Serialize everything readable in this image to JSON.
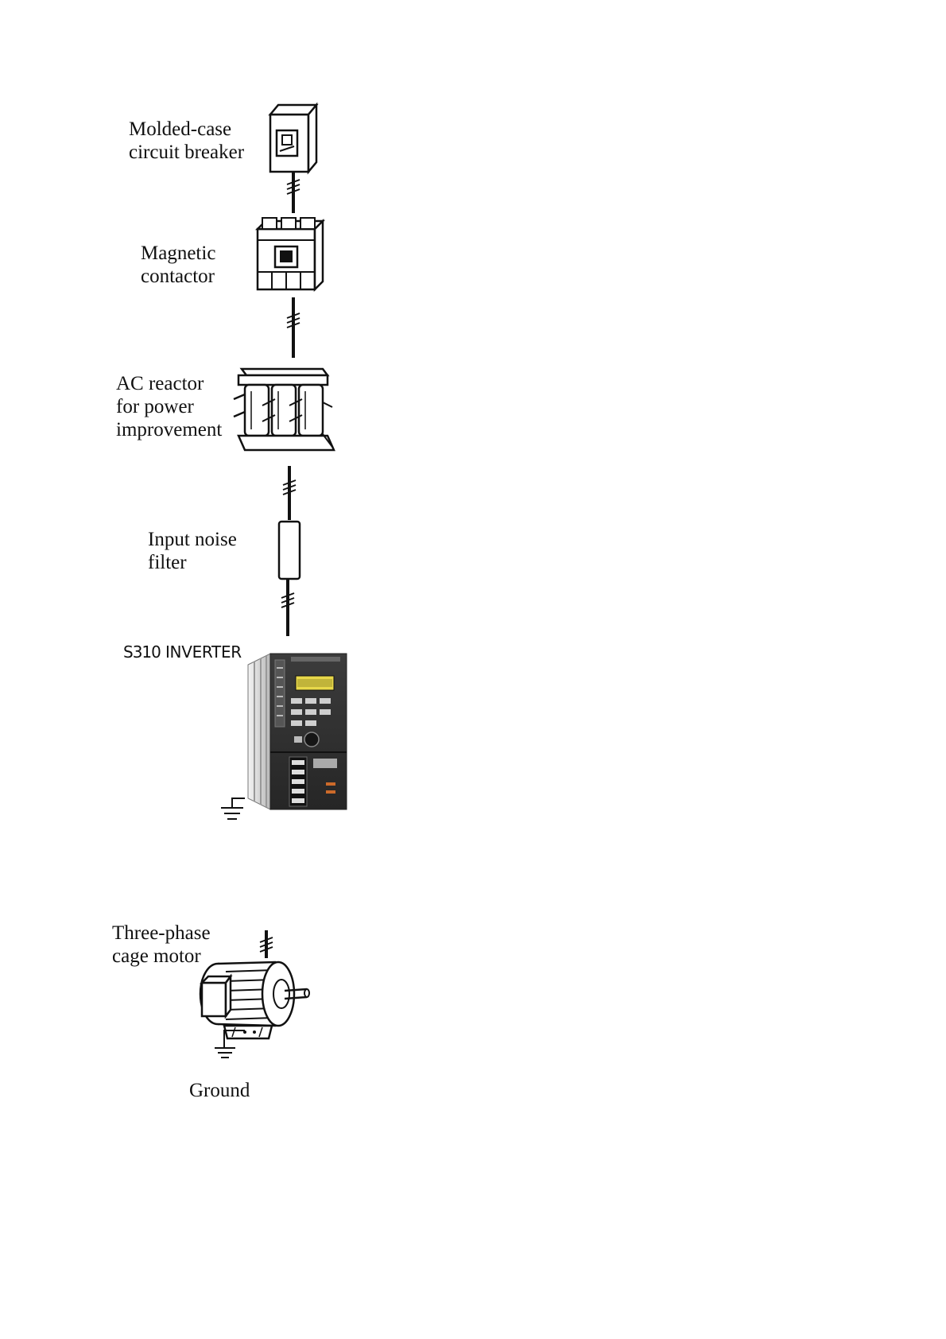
{
  "diagram": {
    "components": {
      "breaker": {
        "lines": [
          "Molded-case",
          "circuit breaker"
        ],
        "icon": "circuit-breaker-icon"
      },
      "contactor": {
        "lines": [
          "Magnetic",
          "contactor"
        ],
        "icon": "magnetic-contactor-icon"
      },
      "reactor": {
        "lines": [
          "AC reactor",
          "for power",
          "improvement"
        ],
        "icon": "ac-reactor-icon"
      },
      "filter": {
        "lines": [
          "Input noise",
          "filter"
        ],
        "icon": "noise-filter-icon"
      },
      "inverter": {
        "label_prefix": "S310",
        "label_suffix": "INVERTER",
        "icon": "inverter-icon",
        "display_color": "#e8d84a"
      },
      "motor": {
        "lines": [
          "Three-phase",
          "cage motor"
        ],
        "icon": "motor-icon"
      },
      "ground": {
        "label": "Ground",
        "icon": "ground-icon"
      }
    }
  }
}
